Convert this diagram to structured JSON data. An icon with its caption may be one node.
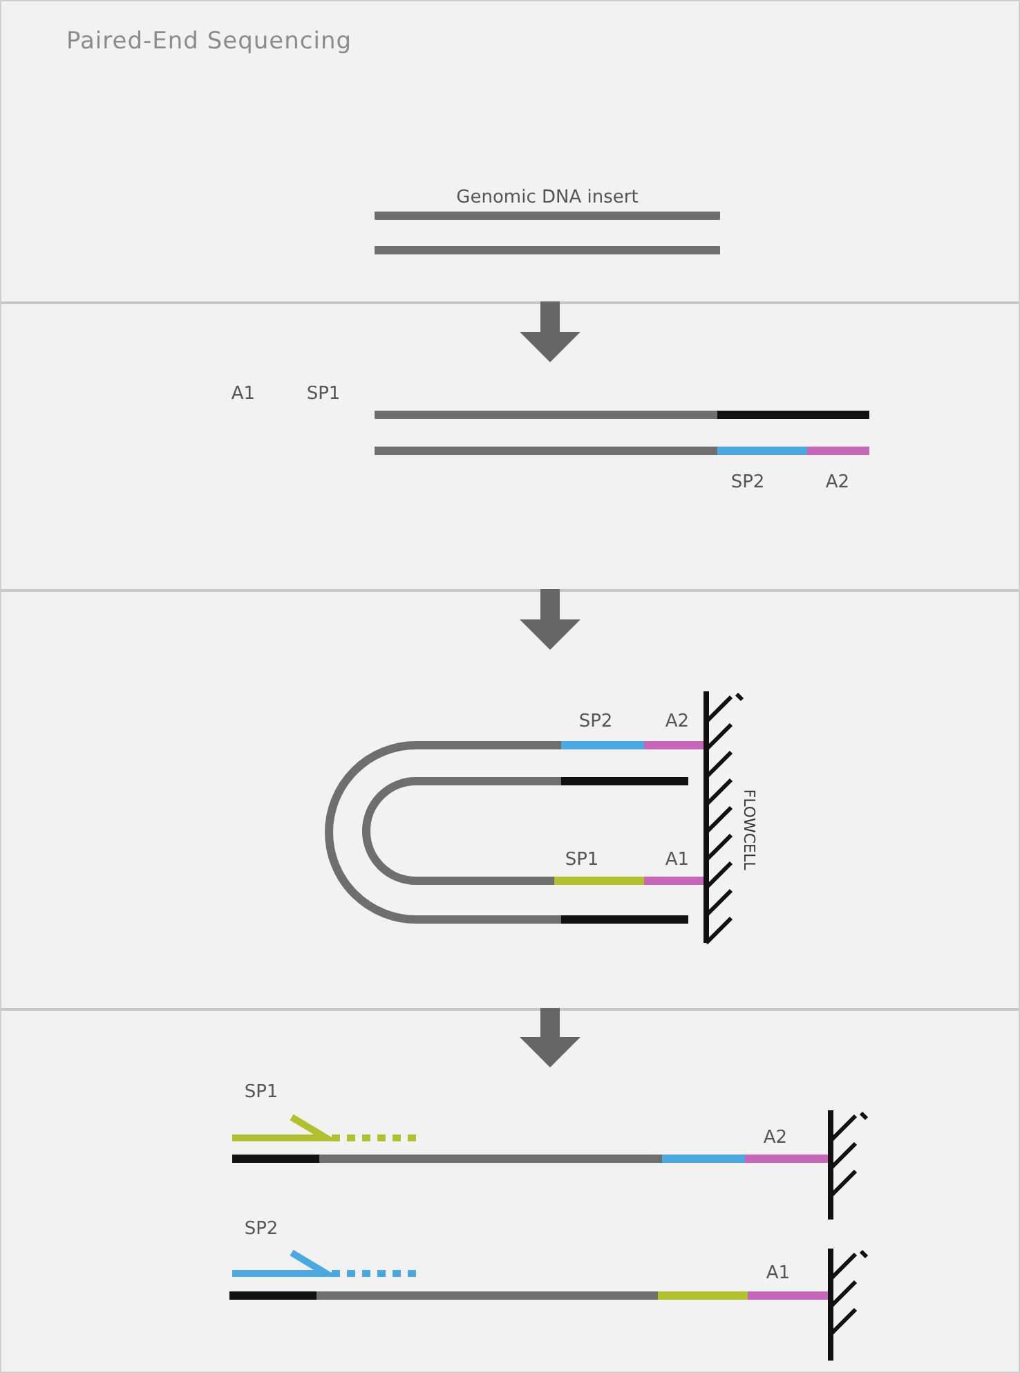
{
  "diagram": {
    "title": "Paired-End Sequencing",
    "nodes": [
      {
        "text": [
          "Genomic DNA insert"
        ]
      },
      {
        "text": [
          "A1",
          "SP1",
          "SP2",
          "A2"
        ]
      },
      {
        "text": [
          "SP2",
          "A2",
          "SP1",
          "A1",
          "FLOWCELL"
        ]
      },
      {
        "text": [
          "SP1",
          "A2",
          "SP2",
          "A1"
        ]
      }
    ],
    "edges": [
      {
        "from": 0,
        "to": 1,
        "arrow": "to"
      },
      {
        "from": 1,
        "to": 2,
        "arrow": "to"
      },
      {
        "from": 2,
        "to": 3,
        "arrow": "to"
      }
    ]
  }
}
